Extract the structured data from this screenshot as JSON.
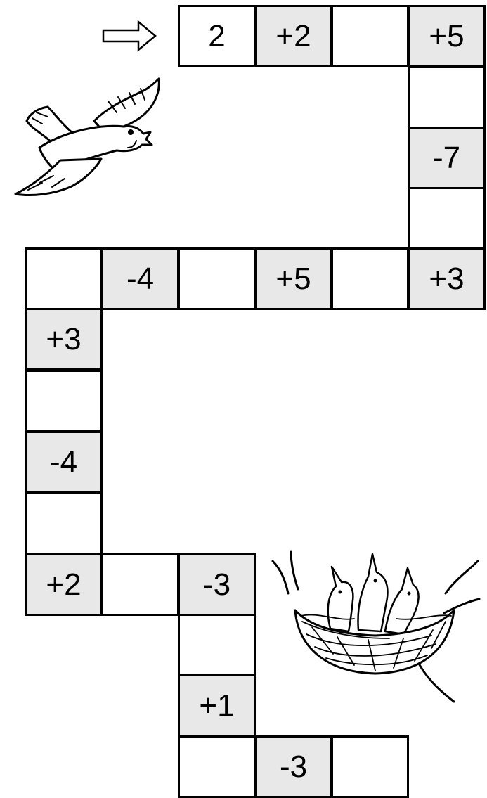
{
  "start_arrow_icon": "right-arrow-outline",
  "bird_icon": "flying-bird",
  "nest_icon": "nest-with-chicks",
  "colors": {
    "shaded": "#e8e8e8",
    "plain": "#ffffff",
    "border": "#000000"
  },
  "path_cells": [
    {
      "text": "2",
      "shaded": false
    },
    {
      "text": "+2",
      "shaded": true
    },
    {
      "text": "",
      "shaded": false
    },
    {
      "text": "+5",
      "shaded": true
    },
    {
      "text": "",
      "shaded": false
    },
    {
      "text": "-7",
      "shaded": true
    },
    {
      "text": "",
      "shaded": false
    },
    {
      "text": "+3",
      "shaded": true
    },
    {
      "text": "",
      "shaded": false
    },
    {
      "text": "+5",
      "shaded": true
    },
    {
      "text": "",
      "shaded": false
    },
    {
      "text": "-4",
      "shaded": true
    },
    {
      "text": "",
      "shaded": false
    },
    {
      "text": "+3",
      "shaded": true
    },
    {
      "text": "",
      "shaded": false
    },
    {
      "text": "-4",
      "shaded": true
    },
    {
      "text": "",
      "shaded": false
    },
    {
      "text": "+2",
      "shaded": true
    },
    {
      "text": "",
      "shaded": false
    },
    {
      "text": "-3",
      "shaded": true
    },
    {
      "text": "",
      "shaded": false
    },
    {
      "text": "+1",
      "shaded": true
    },
    {
      "text": "",
      "shaded": false
    },
    {
      "text": "-3",
      "shaded": true
    },
    {
      "text": "",
      "shaded": false
    }
  ]
}
